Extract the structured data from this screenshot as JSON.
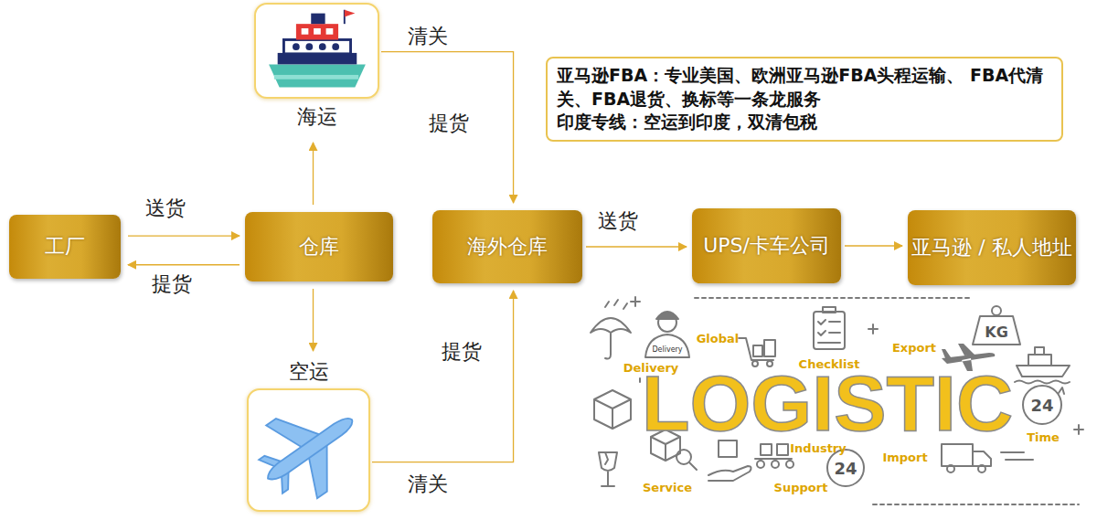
{
  "diagram": {
    "nodes": [
      {
        "text": [
          "工厂"
        ]
      },
      {
        "text": [
          "仓库"
        ]
      },
      {
        "text": [
          "海运"
        ]
      },
      {
        "text": [
          "空运"
        ]
      },
      {
        "text": [
          "海外仓库"
        ]
      },
      {
        "text": [
          "UPS/卡车公司"
        ]
      },
      {
        "text": [
          "亚马逊 / 私人地址"
        ]
      },
      {
        "text": [
          "亚马逊FBA：专业美国、欧洲亚马逊FBA头程运输、 FBA代清关、FBA退货、换标等一条龙服务",
          "印度专线：空运到印度，双清包税"
        ]
      }
    ],
    "edges": [
      {
        "from": 0,
        "to": 1,
        "label": "送货",
        "arrow": "to"
      },
      {
        "from": 1,
        "to": 0,
        "label": "提货",
        "arrow": "to"
      },
      {
        "from": 1,
        "to": 2,
        "arrow": "to"
      },
      {
        "from": 1,
        "to": 3,
        "arrow": "to"
      },
      {
        "from": 2,
        "to": 4,
        "label": "清关",
        "arrow": "to"
      },
      {
        "from": 3,
        "to": 4,
        "label": "清关",
        "arrow": "to"
      },
      {
        "from": 4,
        "to": 5,
        "label": "送货",
        "arrow": "to"
      },
      {
        "from": 5,
        "to": 6,
        "arrow": "to"
      }
    ],
    "labels": [
      "提货",
      "提货",
      "LOGISTIC",
      "Delivery",
      "Delivery",
      "Global",
      "Checklist",
      "KG",
      "Export",
      "24",
      "Time",
      "Industry",
      "Import",
      "Service",
      "Support",
      "24"
    ]
  }
}
